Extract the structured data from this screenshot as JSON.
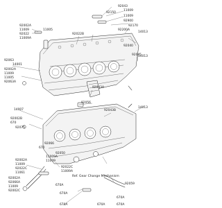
{
  "diagram": {
    "caption": "Ref. Gear Change Mechanism",
    "part_labels": [
      "92043",
      "11009",
      "92150",
      "11009",
      "92900",
      "92170",
      "92200A",
      "14013",
      "92002A",
      "11009",
      "92022",
      "11009A",
      "11005",
      "92022B",
      "92040",
      "14001",
      "92045",
      "92063",
      "92002A",
      "11009",
      "11005",
      "92063A",
      "14007",
      "92043A",
      "14013",
      "92056",
      "92043B",
      "92002B",
      "670",
      "92075",
      "92066",
      "670",
      "92050",
      "11009A",
      "11009",
      "92002A",
      "11009",
      "92022C",
      "11061",
      "92002A",
      "92066A",
      "11009",
      "92002C",
      "14013",
      "92022C",
      "11009A",
      "92059",
      "670A",
      "670A",
      "670A",
      "670A",
      "670A",
      "670A"
    ]
  }
}
